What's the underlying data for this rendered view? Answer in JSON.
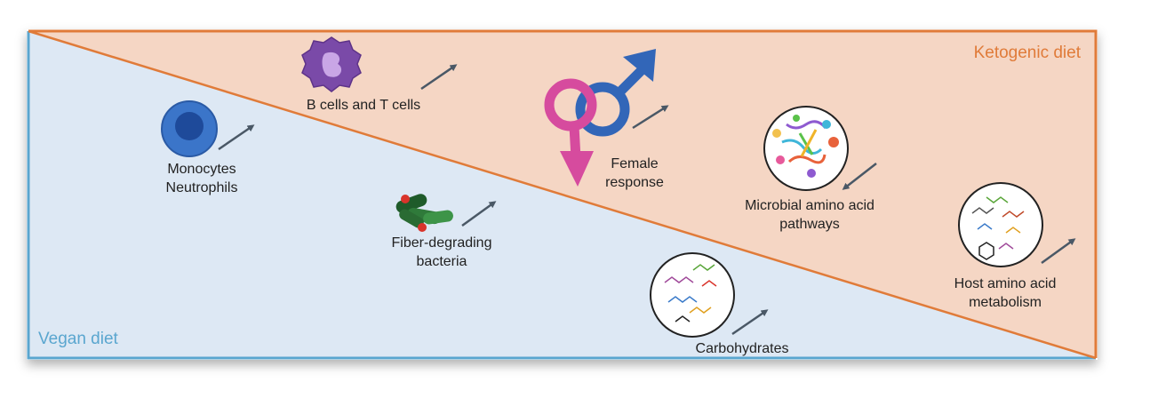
{
  "colors": {
    "keto_fill": "#f5d6c4",
    "keto_border": "#e07b39",
    "vegan_fill": "#dde8f4",
    "vegan_border": "#5aa6cf",
    "arrow": "#4a5866",
    "text": "#222222"
  },
  "regions": {
    "keto": {
      "label": "Ketogenic diet"
    },
    "vegan": {
      "label": "Vegan diet"
    }
  },
  "items": [
    {
      "icon": "cell-icon",
      "trend": "up",
      "lines": [
        "Monocytes",
        "Neutrophils"
      ]
    },
    {
      "icon": "immune-cell-icon",
      "trend": "up",
      "lines": [
        "B cells and T cells"
      ]
    },
    {
      "icon": "bacteria-icon",
      "trend": "up",
      "lines": [
        "Fiber-degrading",
        "bacteria"
      ]
    },
    {
      "icon": "sex-symbols-icon",
      "trend": "up",
      "lines": [
        "Female",
        "response"
      ]
    },
    {
      "icon": "microbe-network-icon",
      "trend": "down",
      "lines": [
        "Microbial amino acid",
        "pathways"
      ]
    },
    {
      "icon": "carbohydrate-molecules-icon",
      "trend": "up",
      "lines": [
        "Carbohydrates"
      ]
    },
    {
      "icon": "amino-acid-molecules-icon",
      "trend": "up",
      "lines": [
        "Host amino acid",
        "metabolism"
      ]
    }
  ]
}
